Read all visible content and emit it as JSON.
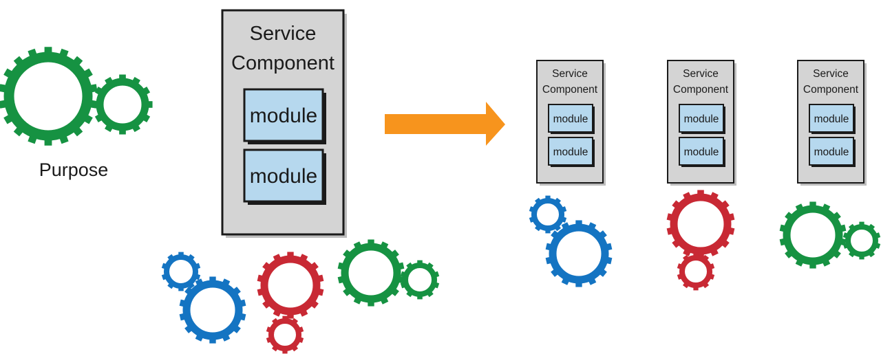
{
  "purpose_label": "Purpose",
  "large_component": {
    "title_line1": "Service",
    "title_line2": "Component",
    "modules": [
      "module",
      "module"
    ]
  },
  "small_components": [
    {
      "title_line1": "Service",
      "title_line2": "Component",
      "modules": [
        "module",
        "module"
      ]
    },
    {
      "title_line1": "Service",
      "title_line2": "Component",
      "modules": [
        "module",
        "module"
      ]
    },
    {
      "title_line1": "Service",
      "title_line2": "Component",
      "modules": [
        "module",
        "module"
      ]
    }
  ],
  "colors": {
    "green": "#169242",
    "blue": "#1474c2",
    "red": "#c82934",
    "arrow": "#f7941d",
    "component_fill": "#d4d4d4",
    "module_fill": "#b6d8ee"
  },
  "icons": [
    "gear-icon",
    "right-arrow-icon"
  ]
}
